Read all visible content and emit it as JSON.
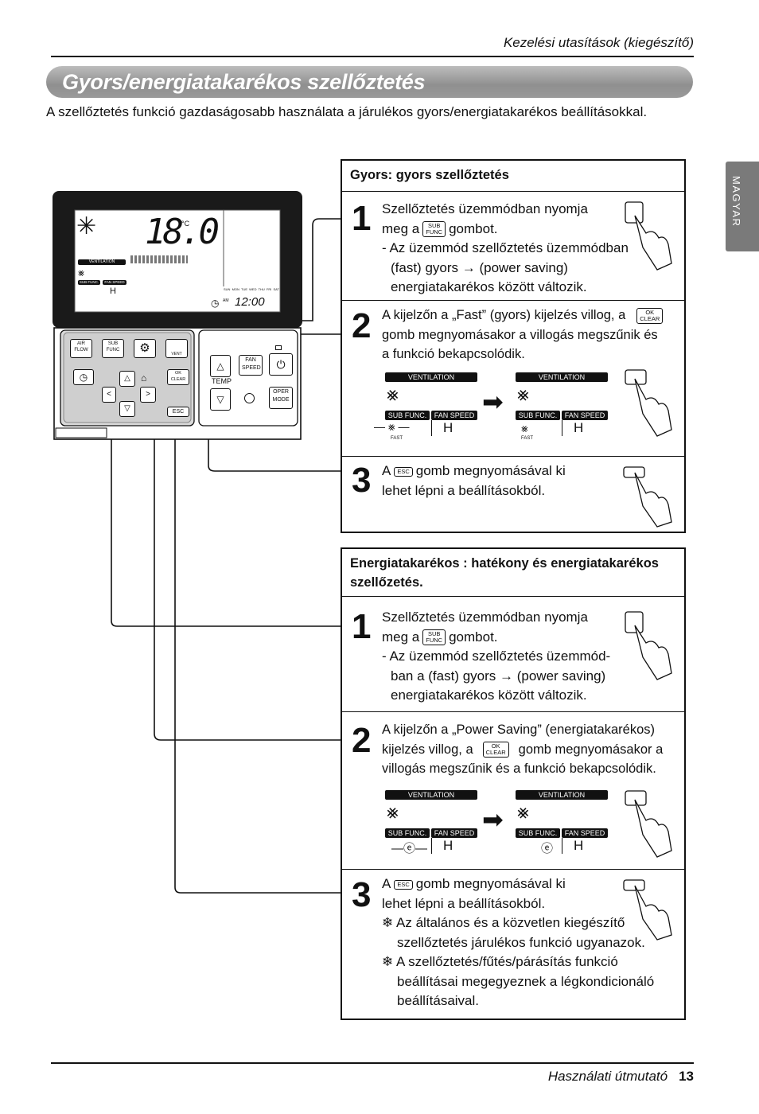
{
  "header": {
    "title": "Kezelési utasítások (kiegészítő)"
  },
  "banner": {
    "title": "Gyors/energiatakarékos szellőztetés"
  },
  "intro": "A szellőztetés funkció gazdaságosabb használata a járulékos gyors/energiatakarékos beállításokkal.",
  "side_tab": "MAGYAR",
  "remote": {
    "display": {
      "temp": "18.0",
      "unit": "°C",
      "ventilation": "VENTILATION",
      "sub_func": "SUB FUNC.",
      "fan_speed": "FAN SPEED",
      "fan_value": "H",
      "am": "AM",
      "clock": "12:00",
      "days": [
        "SUN",
        "MON",
        "TUE",
        "WED",
        "THU",
        "FRI",
        "SAT"
      ]
    },
    "buttons": {
      "air_flow": "AIR\nFLOW",
      "sub_func": "SUB\nFUNC",
      "vent": "VENT",
      "ok_clear": "OK\nCLEAR",
      "esc": "ESC",
      "fan_speed": "FAN\nSPEED",
      "temp": "TEMP",
      "oper_mode": "OPER\nMODE"
    }
  },
  "fast_box": {
    "title": "Gyors: gyors szellőztetés",
    "step1": {
      "num": "1",
      "line1": "Szellőztetés üzemmódban nyomja",
      "line2a": "meg a",
      "line2b": "gombot.",
      "line3": "- Az üzemmód szellőztetés üzemmódban",
      "line4": "(fast) gyors → (power saving)",
      "line5": "energiatakarékos között változik."
    },
    "step2": {
      "num": "2",
      "line1a": "A kijelzőn a „Fast” (gyors) kijelzés villog, a",
      "line2": "gomb megnyomásakor a villogás megszűnik és",
      "line3": "a funkció bekapcsolódik."
    },
    "step3": {
      "num": "3",
      "line1a": "A",
      "line1b": "gomb megnyomásával ki",
      "line2": "lehet lépni a beállításokból."
    },
    "display": {
      "ventilation": "VENTILATION",
      "sub_func": "SUB FUNC.",
      "fan_speed": "FAN SPEED",
      "value": "H",
      "mode": "FAST"
    }
  },
  "eco_box": {
    "title_line1": "Energiatakarékos : hatékony és energiatakarékos",
    "title_line2": "szellőzetés.",
    "step1": {
      "num": "1",
      "line1": "Szellőztetés üzemmódban nyomja",
      "line2a": "meg a",
      "line2b": "gombot.",
      "line3": "- Az üzemmód szellőztetés üzemmód-",
      "line4": "ban a (fast) gyors → (power saving)",
      "line5": "energiatakarékos között változik."
    },
    "step2": {
      "num": "2",
      "line1": "A kijelzőn a „Power Saving” (energiatakarékos)",
      "line2a": "kijelzés villog, a",
      "line2b": "gomb megnyomásakor a",
      "line3": "villogás megszűnik és a funkció bekapcsolódik."
    },
    "step3": {
      "num": "3",
      "line1a": "A",
      "line1b": "gomb megnyomásával ki",
      "line2": "lehet lépni a beállításokból.",
      "note1a": "❄ Az általános és a közvetlen kiegészítő",
      "note1b": "szellőztetés járulékos funkció ugyanazok.",
      "note2a": "❄ A szellőztetés/fűtés/párásítás funkció",
      "note2b": "beállításai megegyeznek a légkondicionáló",
      "note2c": "beállításaival."
    },
    "display": {
      "ventilation": "VENTILATION",
      "sub_func": "SUB FUNC.",
      "fan_speed": "FAN SPEED",
      "value": "H"
    }
  },
  "keys": {
    "sub_func": "SUB\nFUNC",
    "ok_clear": "OK\nCLEAR",
    "esc": "ESC"
  },
  "footer": {
    "text": "Használati útmutató",
    "page": "13"
  }
}
